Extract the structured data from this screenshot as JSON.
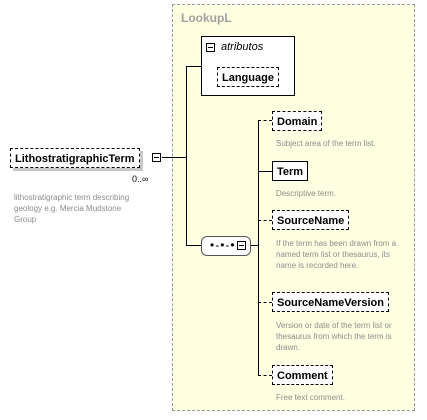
{
  "group": {
    "title": "LookupL"
  },
  "attributes": {
    "title": "atributos",
    "items": [
      {
        "label": "Language"
      }
    ]
  },
  "root": {
    "label": "LithostratigraphicTerm",
    "cardinality": "0..∞",
    "description": "lithostratigraphic term describing geology e.g. Mercia Mudstone Group"
  },
  "children": [
    {
      "label": "Domain",
      "description": "Subject area of the term list."
    },
    {
      "label": "Term",
      "description": "Descriptive term."
    },
    {
      "label": "SourceName",
      "description": "If the term has been drawn from a named term list or thesaurus, its name is recorded here."
    },
    {
      "label": "SourceNameVersion",
      "description": "Version or date of the term list or thesaurus from which the term is drawn."
    },
    {
      "label": "Comment",
      "description": "Free text comment."
    }
  ]
}
